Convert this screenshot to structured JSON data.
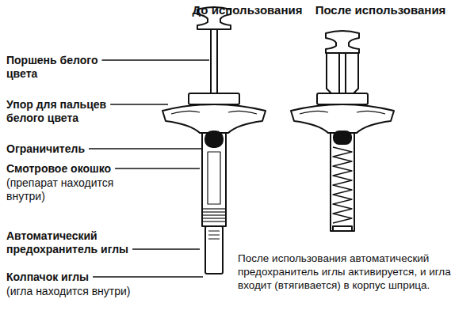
{
  "diagram": {
    "labels": [
      "До использования",
      "После использования",
      "Поршень белого цвета",
      "Упор для пальцев белого цвета",
      "Ограничитель",
      "Смотровое окошко",
      "(препарат находится внутри)",
      "Автоматический предохранитель иглы",
      "Колпачок иглы",
      "(игла находится внутри)",
      "После использования автоматический предохранитель иглы активируется, и игла входит (втягивается) в корпус шприца."
    ]
  }
}
